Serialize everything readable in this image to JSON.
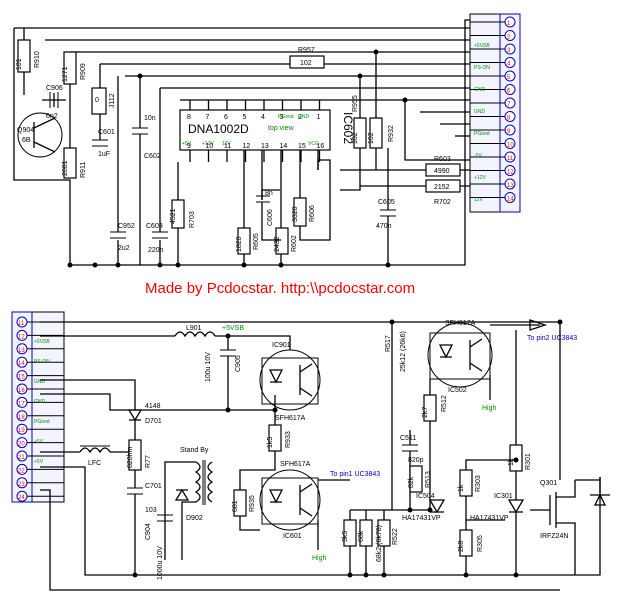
{
  "banner": "Made by Pcdocstar. http:\\\\pcdocstar.com",
  "chip": {
    "name": "DNA1002D",
    "view": "top view",
    "ic_ref": "IC602",
    "pins_top": [
      "8",
      "7",
      "6",
      "5",
      "4",
      "3",
      "2",
      "1"
    ],
    "pins_bottom": [
      "9",
      "10",
      "11",
      "12",
      "13",
      "14",
      "15",
      "16"
    ],
    "pin_labels_top": [
      "PGood",
      "GND"
    ],
    "pin_labels_bottom": [
      "+5V",
      "+12V",
      "12V",
      "VCC"
    ]
  },
  "top_components": {
    "r910": "R910",
    "r910_val": "101",
    "r909": "R909",
    "r909_val": "1271",
    "c906": "C906",
    "c906_val": "6n2",
    "q904": "Q904",
    "q904_val": "6B",
    "r911": "R911",
    "r911_val": "2001",
    "j112": "J112",
    "j112_val": "0",
    "c601": "C601",
    "c601_val": "1uF",
    "c602": "C602",
    "c602_val": "10n",
    "r957": "R957",
    "r957_val": "102",
    "r955": "R955",
    "r955_val": "102",
    "r932": "R932",
    "r932_val": "102",
    "r603": "R603",
    "r603_val": "4990",
    "r702": "R702",
    "r702_val": "2152",
    "c952": "C952",
    "c952_val": "2u2",
    "c603": "C603",
    "c603_val": "220n",
    "r703": "R703",
    "r703_val": "4521",
    "c606": "C606",
    "c606_val": "8n",
    "r605": "R605",
    "r605_val": "1820",
    "r602": "R602",
    "r602_val": "2432",
    "r606": "R606",
    "r606_val": "3320",
    "c605": "C605",
    "c605_val": "470n"
  },
  "bottom_components": {
    "l901": "L901",
    "vsb": "+5VSB",
    "c905": "C905",
    "c905_val": "100u 10V",
    "ic901": "IC901",
    "ic901_part": "SFH617A",
    "d701": "D701",
    "d701_val": "4148",
    "r77": "R77",
    "r77_val": "820hm",
    "c701": "C701",
    "c701_val": "103",
    "lfc": "LFC",
    "standby": "Stand By",
    "c904": "C904",
    "c904_val": "1000u 10V",
    "d902": "D902",
    "r933": "R933",
    "r933_val": "1k5",
    "ic601": "IC601",
    "ic601_part": "SFH617A",
    "r935": "R935",
    "r935_val": "681",
    "to_pin1": "To pin1 UC3843",
    "high1": "High",
    "r517": "R517",
    "r517_val": "25k12 (26k6)",
    "ic502": "IC502",
    "ic502_part": "SFH617A",
    "to_pin2": "To pin2 UC3843",
    "high2": "High",
    "r512": "R512",
    "r512_val": "2k7",
    "c511": "C511",
    "c511_val": "820p",
    "r513": "R513",
    "r513_val": "82k",
    "ic504": "IC504",
    "ic504_part": "HA17431VP",
    "r_3k5": "3k5",
    "r_68k": "68k",
    "r522": "R522",
    "r522_val": "68k2 (6k78)",
    "r301": "R301",
    "r301_val": "1k",
    "r303": "R303",
    "r303_val": "1k",
    "ic301": "IC301",
    "ic301_part": "HA17431VP",
    "r305": "R305",
    "r305_val": "2k8",
    "q301": "Q301",
    "q301_part": "IRFZ24N"
  },
  "top_connector_pins": [
    "1",
    "2",
    "3",
    "4",
    "5",
    "6",
    "7",
    "8",
    "9",
    "10",
    "11",
    "12",
    "13",
    "14"
  ],
  "top_connector_labels": [
    "+5VSB",
    "PS-ON",
    "GND",
    "GND",
    "PGood",
    "-5V",
    "+12V",
    "12V"
  ],
  "bottom_connector_pins": [
    "11",
    "12",
    "13",
    "14",
    "15",
    "16",
    "17",
    "18",
    "19",
    "20",
    "21",
    "22",
    "23",
    "24"
  ],
  "bottom_connector_labels": [
    "+5VSB",
    "PS-ON",
    "GND",
    "GND",
    "PGood",
    "+5V",
    "+5V"
  ],
  "colors": {
    "label_green": "#009000",
    "label_blue": "#0000cc",
    "banner_red": "#ff0000"
  }
}
